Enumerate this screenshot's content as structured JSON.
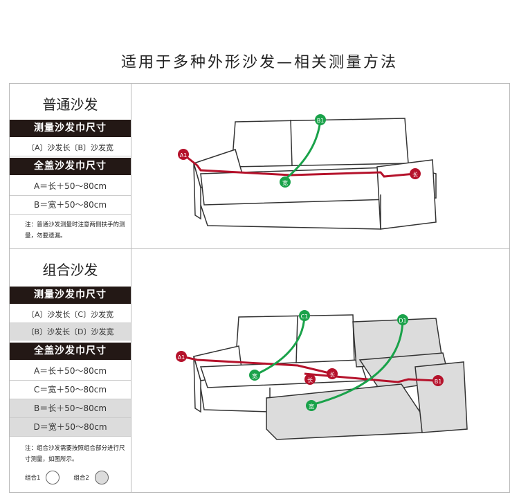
{
  "title": "适用于多种外形沙发—相关测量方法",
  "regular": {
    "heading": "普通沙发",
    "measure_bar": "测量沙发巾尺寸",
    "measure_rows": [
      "〔A〕沙发长〔B〕沙发宽"
    ],
    "cover_bar": "全盖沙发巾尺寸",
    "cover_rows": [
      "A＝长＋50～80cm",
      "B＝宽＋50～80cm"
    ],
    "note": "注：普通沙发测量时注意两侧扶手的测量，勿要遗漏。",
    "diagram_labels": {
      "a1": "A1",
      "b1": "B1",
      "width": "宽",
      "length": "长"
    }
  },
  "combo": {
    "heading": "组合沙发",
    "measure_bar": "测量沙发巾尺寸",
    "measure_rows": [
      "〔A〕沙发长〔C〕沙发宽",
      "〔B〕沙发长〔D〕沙发宽"
    ],
    "cover_bar": "全盖沙发巾尺寸",
    "cover_rows": [
      "A＝长＋50～80cm",
      "C＝宽＋50～80cm",
      "B＝长＋50～80cm",
      "D＝宽＋50～80cm"
    ],
    "note": "注：组合沙发需要按照组合部分进行尺寸测量，如图所示。",
    "legend": [
      "组合1",
      "组合2"
    ],
    "diagram_labels": {
      "a1": "A1",
      "c1": "C1",
      "d1": "D1",
      "b1": "B1",
      "width1": "宽",
      "length1": "长",
      "length2": "长",
      "width2": "宽"
    }
  },
  "colors": {
    "red": "#b5122b",
    "green": "#1aa24a",
    "dark": "#231815",
    "gray": "#dcdcdc"
  }
}
